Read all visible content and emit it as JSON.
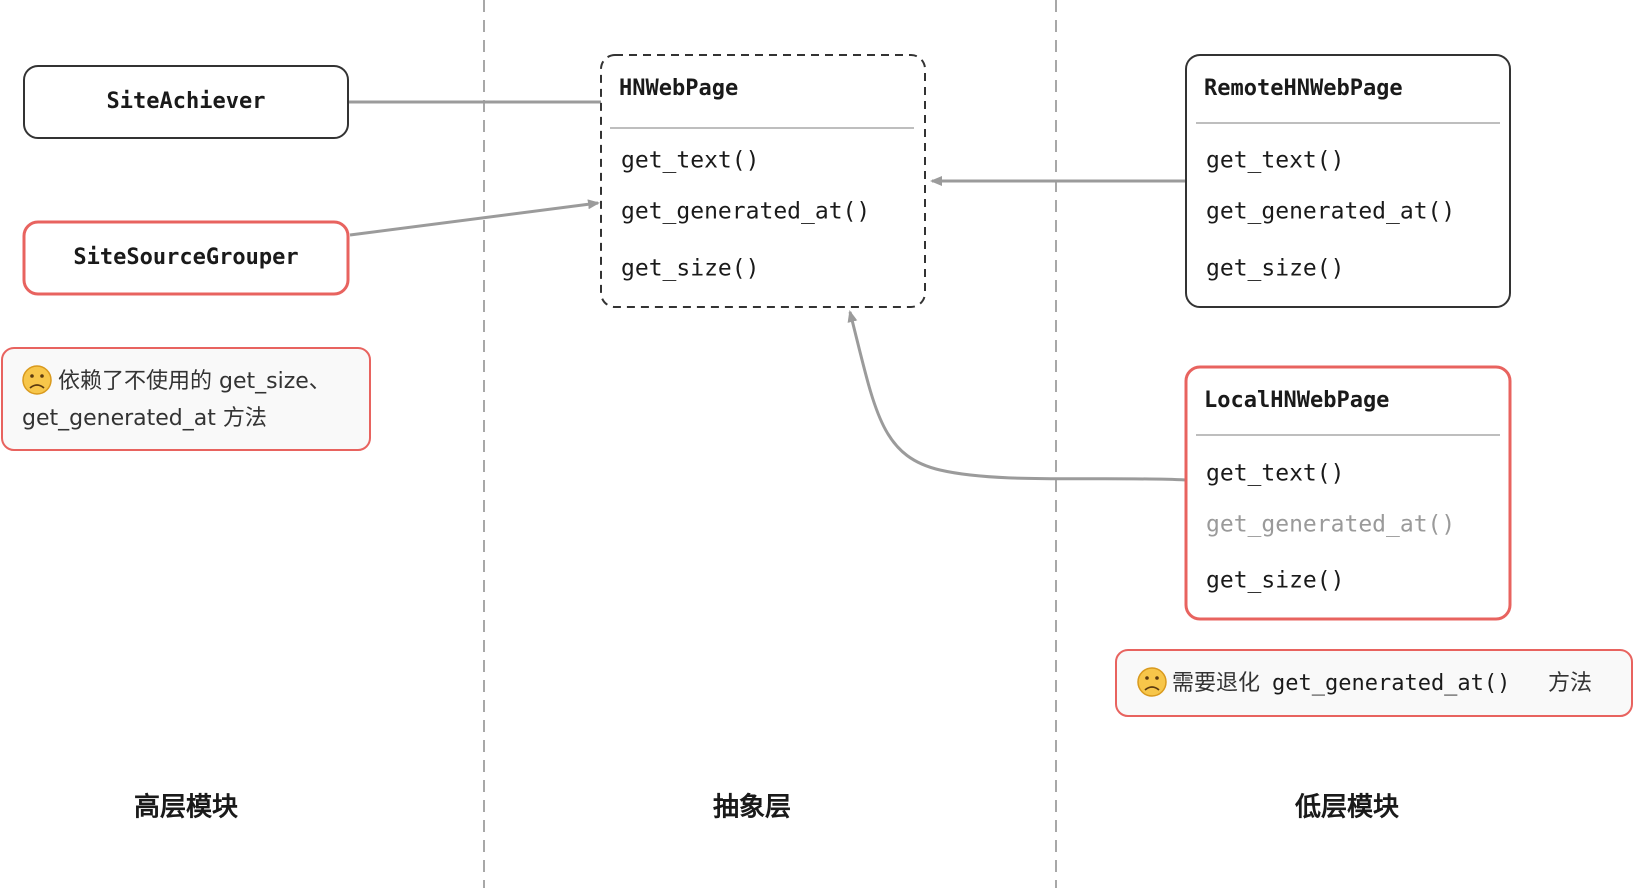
{
  "layers": {
    "high": "高层模块",
    "abstract": "抽象层",
    "low": "低层模块"
  },
  "modules": {
    "site_achiever": "SiteAchiever",
    "site_source_grouper": "SiteSourceGrouper"
  },
  "abstraction": {
    "title": "HNWebPage",
    "methods": [
      "get_text()",
      "get_generated_at()",
      "get_size()"
    ]
  },
  "implementations": {
    "remote": {
      "title": "RemoteHNWebPage",
      "methods": [
        "get_text()",
        "get_generated_at()",
        "get_size()"
      ]
    },
    "local": {
      "title": "LocalHNWebPage",
      "methods": [
        "get_text()",
        "get_generated_at()",
        "get_size()"
      ],
      "muted_method": "get_generated_at()"
    }
  },
  "notes": {
    "grouper": {
      "emoji": "☹",
      "line1": "依赖了不使用的 get_size、",
      "line2": "get_generated_at 方法"
    },
    "local": {
      "emoji": "☹",
      "prefix": "需要退化",
      "code": "get_generated_at()",
      "suffix": "方法"
    }
  },
  "colors": {
    "highlight_border": "#e8635f",
    "note_background": "#f9f9f9",
    "arrow": "#9b9b9b",
    "divider": "#a8a8a8"
  }
}
